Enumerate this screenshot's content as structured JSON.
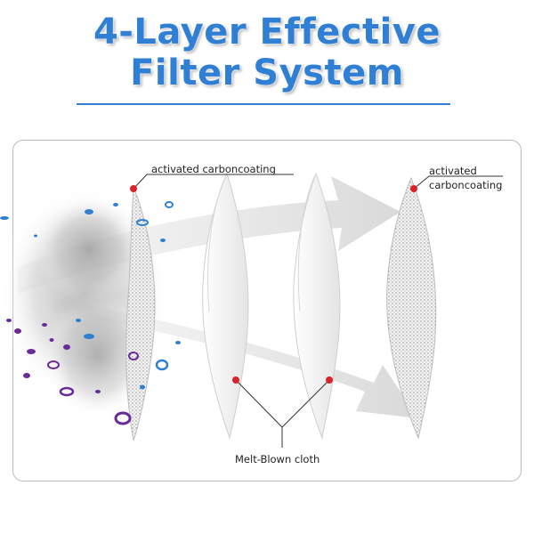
{
  "heading": {
    "line1": "4-Layer Effective",
    "line2": "Filter System"
  },
  "labels": {
    "carbon_left": "activated carboncoating",
    "carbon_right_line1": "activated",
    "carbon_right_line2": "carboncoating",
    "meltblown": "Melt-Blown cloth"
  },
  "colors": {
    "title_blue": "#2f7fd4",
    "marker_red": "#d9232b",
    "particle_purple": "#6a2a9a",
    "particle_blue": "#2e7fd1"
  }
}
